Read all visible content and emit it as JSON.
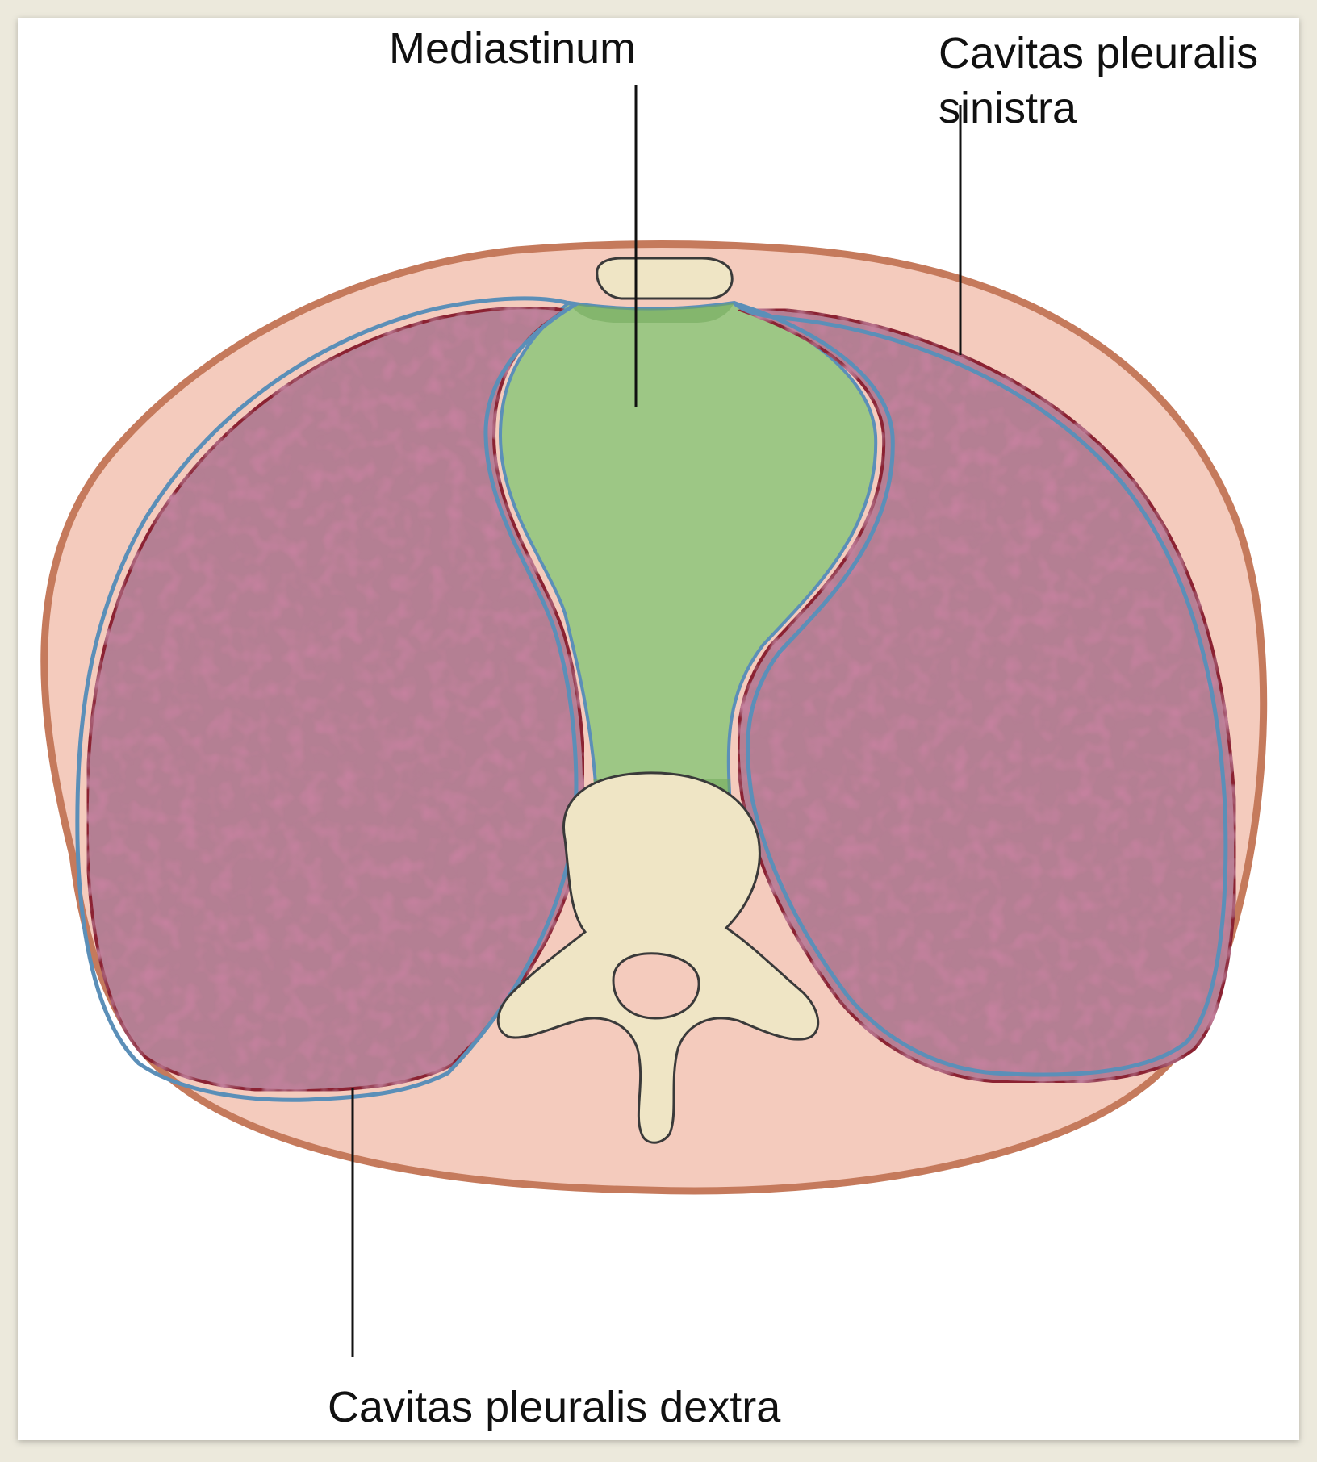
{
  "labels": {
    "mediastinum": "Mediastinum",
    "left_cavity_line1": "Cavitas pleuralis",
    "left_cavity_line2": "sinistra",
    "right_cavity": "Cavitas pleuralis dextra"
  },
  "colors": {
    "frame": "#ece9dc",
    "panel": "#ffffff",
    "body_wall": "#f4cbbd",
    "body_outline": "#c57a5c",
    "lung": "#b47f93",
    "lung_texture": "#9a4e68",
    "lung_outline": "#8b2330",
    "pleura_blue": "#5b8fb8",
    "mediastinum": "#9dc785",
    "mediastinum_dark": "#6fa75a",
    "bone": "#efe5c5",
    "leader_line": "#111111"
  }
}
